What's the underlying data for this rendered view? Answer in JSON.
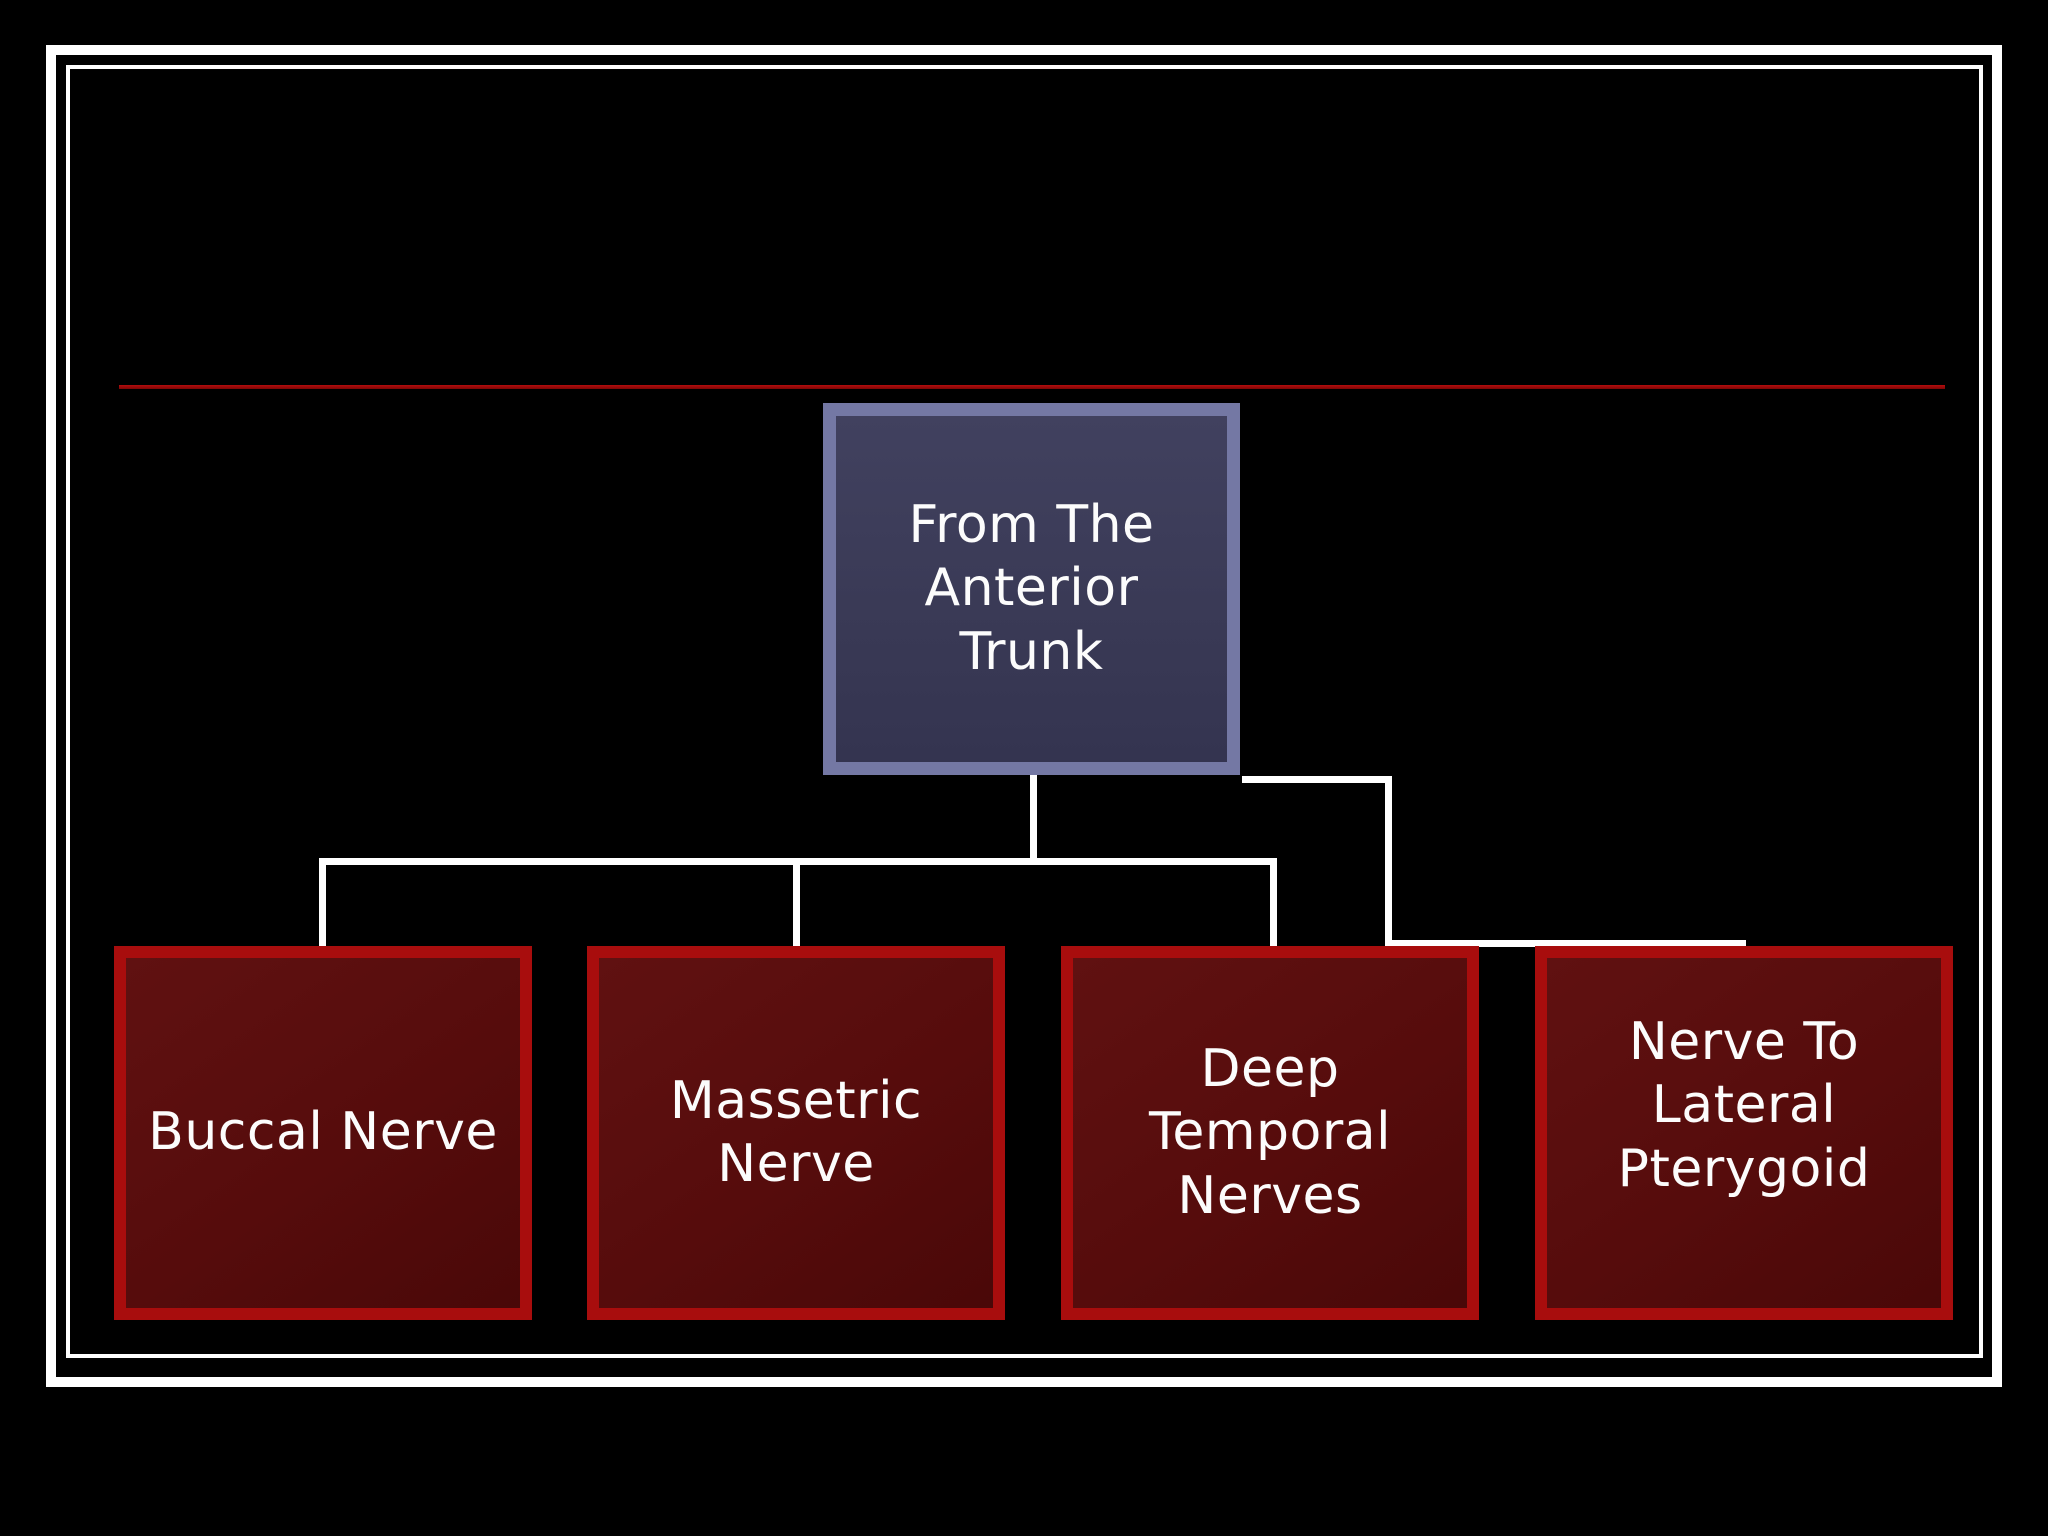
{
  "slide": {
    "background_color": "#000000",
    "frame_color": "#ffffff",
    "title_underline_color": "#9e0a0a",
    "title_text": ""
  },
  "diagram": {
    "type": "org-chart",
    "connector_color": "#ffffff",
    "root": {
      "label": "From The Anterior Trunk",
      "lines": [
        "From The",
        "Anterior",
        "Trunk"
      ],
      "fill": "#3a3a56",
      "border_color": "#7478a4",
      "text_color": "#fcfcfc"
    },
    "children": [
      {
        "label": "Buccal Nerve",
        "lines": [
          "Buccal Nerve"
        ]
      },
      {
        "label": "Massetric Nerve",
        "lines": [
          "Massetric",
          "Nerve"
        ]
      },
      {
        "label": "Deep Temporal Nerves",
        "lines": [
          "Deep",
          "Temporal",
          "Nerves"
        ]
      },
      {
        "label": "Nerve To Lateral Pterygoid",
        "lines": [
          "Nerve To",
          "Lateral",
          "Pterygoid"
        ]
      }
    ],
    "child_style": {
      "fill": "#560c0c",
      "border_color": "#a80d0d",
      "text_color": "#fcfcfc"
    }
  }
}
